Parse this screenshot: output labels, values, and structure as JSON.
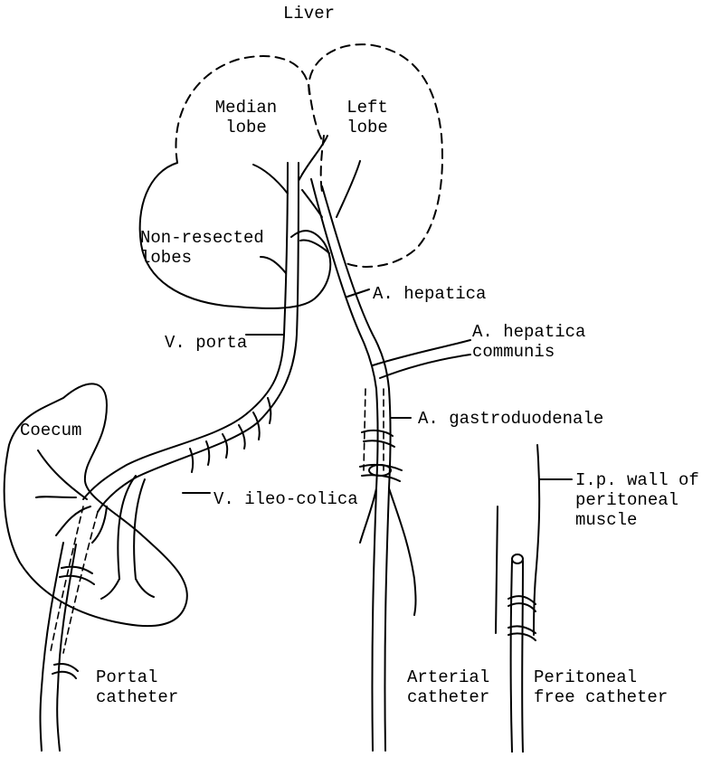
{
  "title": "Liver",
  "lobes": {
    "median": [
      "Median",
      "lobe"
    ],
    "left": [
      "Left",
      "lobe"
    ],
    "non_resected": [
      "Non-resected",
      "lobes"
    ]
  },
  "vessels": {
    "a_hepatica": "A. hepatica",
    "a_hepatica_communis": [
      "A. hepatica",
      "communis"
    ],
    "v_porta": "V. porta",
    "a_gastroduodenale": "A. gastroduodenale",
    "v_ileo_colica": "V. ileo-colica"
  },
  "coecum": "Coecum",
  "wall": [
    "I.p. wall of",
    "peritoneal",
    "muscle"
  ],
  "catheters": {
    "portal": [
      "Portal",
      "catheter"
    ],
    "arterial": [
      "Arterial",
      "catheter"
    ],
    "peritoneal": [
      "Peritoneal",
      "free catheter"
    ]
  },
  "colors": {
    "ink": "#000000",
    "background": "#ffffff"
  }
}
